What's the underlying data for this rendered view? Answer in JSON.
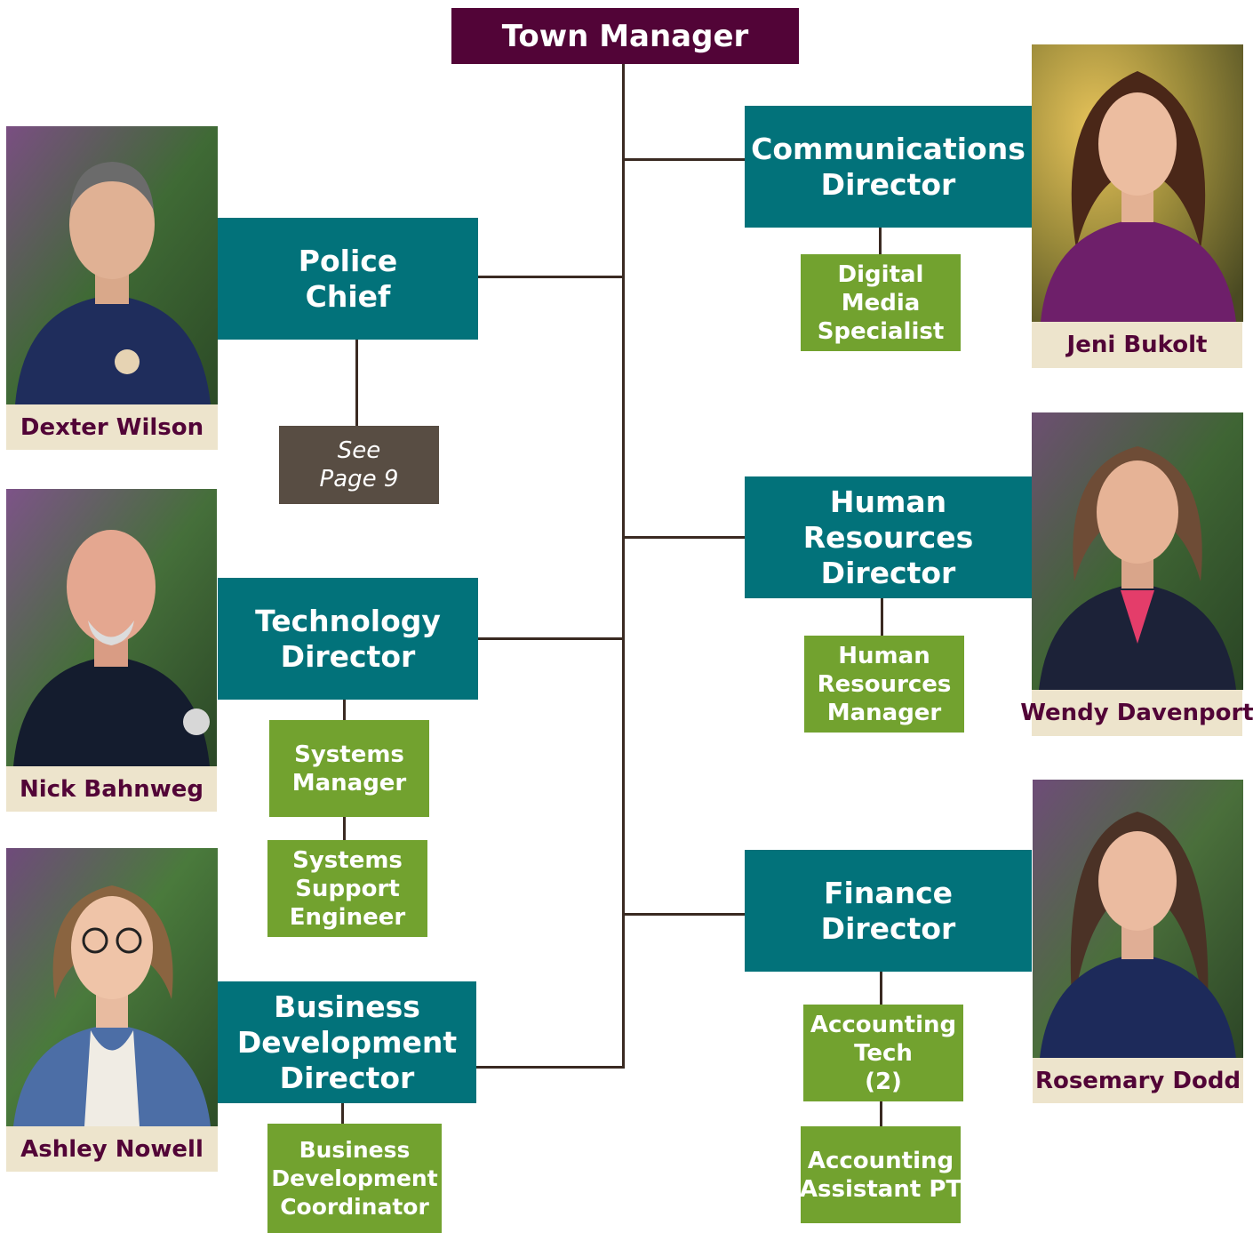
{
  "top": {
    "title": "Town Manager"
  },
  "directors": {
    "police": {
      "lines": [
        "Police",
        "Chief"
      ],
      "person": "Dexter Wilson"
    },
    "technology": {
      "lines": [
        "Technology",
        "Director"
      ],
      "person": "Nick Bahnweg"
    },
    "business": {
      "lines": [
        "Business",
        "Development",
        "Director"
      ],
      "person": "Ashley Nowell"
    },
    "communications": {
      "lines": [
        "Communications",
        "Director"
      ],
      "person": "Jeni Bukolt"
    },
    "hr": {
      "lines": [
        "Human",
        "Resources",
        "Director"
      ],
      "person": "Wendy Davenport"
    },
    "finance": {
      "lines": [
        "Finance",
        "Director"
      ],
      "person": "Rosemary Dodd"
    }
  },
  "reports": {
    "police_ref": [
      "See",
      "Page 9"
    ],
    "systems_manager": [
      "Systems",
      "Manager"
    ],
    "systems_support": [
      "Systems",
      "Support",
      "Engineer"
    ],
    "bd_coordinator": [
      "Business",
      "Development",
      "Coordinator"
    ],
    "digital_media": [
      "Digital",
      "Media",
      "Specialist"
    ],
    "hr_manager": [
      "Human",
      "Resources",
      "Manager"
    ],
    "accounting_tech": [
      "Accounting",
      "Tech",
      "(2)"
    ],
    "accounting_assistant": [
      "Accounting",
      "Assistant PT"
    ]
  },
  "colors": {
    "top": "#520437",
    "director": "#02727a",
    "report": "#72a22f",
    "reference": "#584d43",
    "nameplate": "#ede4cc",
    "name_text": "#520437"
  }
}
